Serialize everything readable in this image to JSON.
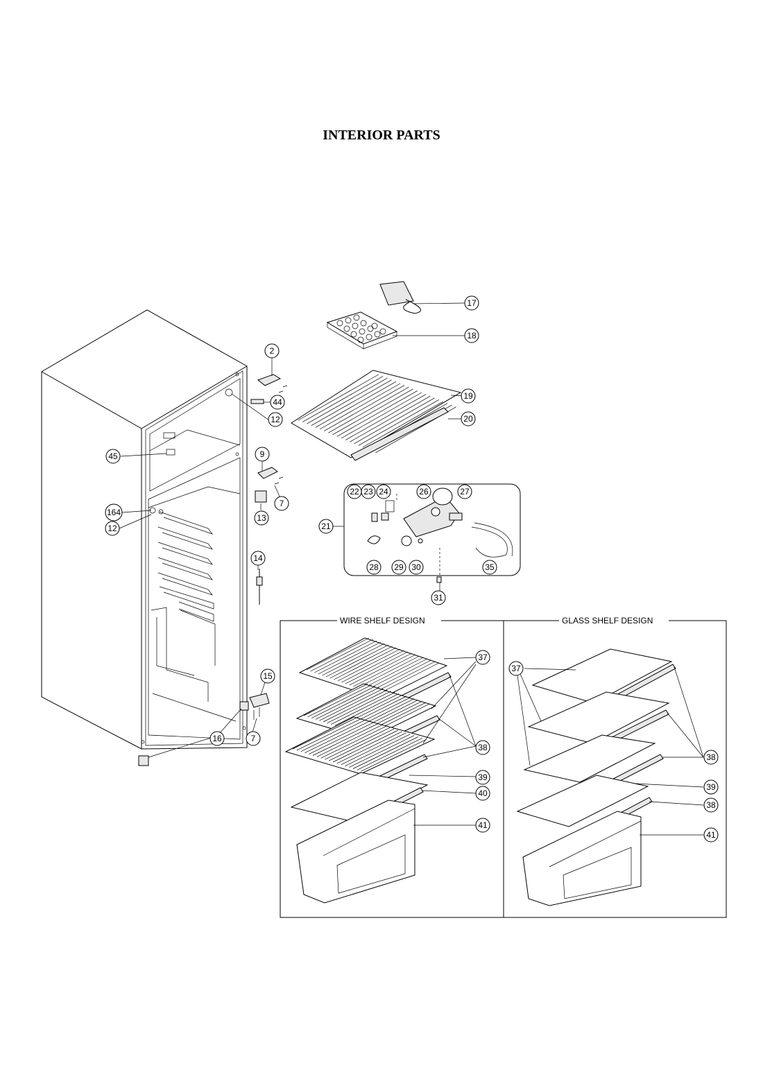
{
  "title": "INTERIOR PARTS",
  "sections": {
    "wire": "WIRE SHELF DESIGN",
    "glass": "GLASS SHELF DESIGN"
  },
  "callouts": {
    "c17": "17",
    "c18": "18",
    "c2": "2",
    "c44": "44",
    "c12a": "12",
    "c19": "19",
    "c20": "20",
    "c45": "45",
    "c9": "9",
    "c7a": "7",
    "c13": "13",
    "c164": "164",
    "c12b": "12",
    "c14": "14",
    "c21": "21",
    "c22": "22",
    "c23": "23",
    "c24": "24",
    "c26": "26",
    "c27": "27",
    "c28": "28",
    "c29": "29",
    "c30": "30",
    "c35": "35",
    "c31": "31",
    "c15": "15",
    "c16": "16",
    "c7b": "7",
    "w37": "37",
    "w38": "38",
    "w39": "39",
    "w40": "40",
    "w41": "41",
    "g37": "37",
    "g38a": "38",
    "g39": "39",
    "g38b": "38",
    "g41": "41"
  }
}
